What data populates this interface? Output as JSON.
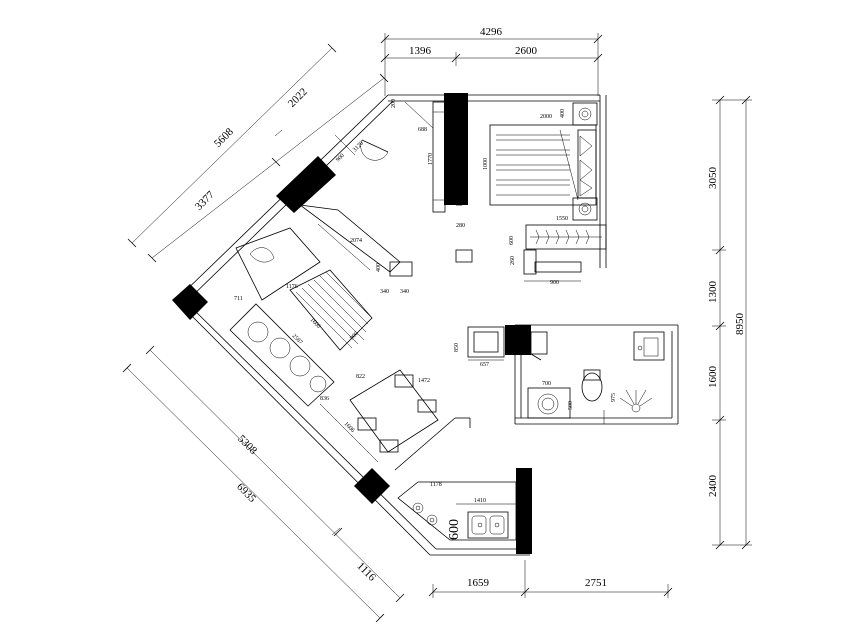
{
  "colors": {
    "line": "#000000",
    "background": "#ffffff"
  },
  "dimensions": {
    "top_total": "4296",
    "top_left": "1396",
    "top_right": "2600",
    "right_total": "8950",
    "right_1": "3050",
    "right_2": "1300",
    "right_3": "1600",
    "right_4": "2400",
    "bottom_left": "1659",
    "bottom_right": "2751",
    "ul_total": "5608",
    "ul_a": "3377",
    "ul_b": "2022",
    "ll_total": "6935",
    "ll_a": "5308",
    "ll_b": "1116"
  },
  "interior_labels": {
    "bed_width": "2000",
    "nightstand_w": "400",
    "bed_height": "1000",
    "wardrobe_w": "1550",
    "desk_depth": "600",
    "desk_side": "260",
    "desk_width": "900",
    "closet_w": "688",
    "closet_h": "1770",
    "closet_d": "280",
    "door_a": "200",
    "door_b": "200",
    "shelf_a": "3126",
    "shelf_b": "900",
    "tv_cab": "2074",
    "tv_a": "400",
    "tv_b": "340",
    "tv_c": "340",
    "sofa_a": "711",
    "sofa_b": "1176",
    "rug": "1600",
    "sofa_len": "2587",
    "rug_d": "900",
    "table_a": "822",
    "table_b": "1472",
    "table_c": "836",
    "bench": "1606",
    "fridge_h": "850",
    "fridge_w": "657",
    "basin_w": "700",
    "basin_d": "500",
    "wc_d": "975",
    "counter": "1178",
    "sink_w": "1410",
    "counter_d": "600"
  }
}
